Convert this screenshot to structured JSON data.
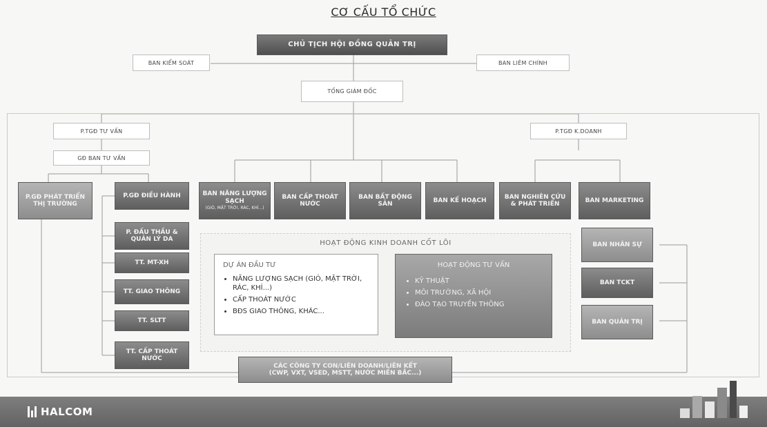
{
  "title": "CƠ CẤU TỔ CHỨC",
  "chairman": "CHỦ TỊCH HỘI ĐỒNG QUẢN TRỊ",
  "supervisory": "BAN KIỂM SOÁT",
  "finance": "BAN LIÊM CHÍNH",
  "ceo": "TỔNG GIÁM ĐỐC",
  "deputy_consulting": "P.TGĐ TƯ VẤN",
  "deputy_business": "P.TGĐ K.DOANH",
  "consulting_director": "GĐ BAN TƯ VẤN",
  "market_dev": "P.GĐ PHÁT TRIỂN THỊ TRƯỜNG",
  "executive_deputy": "P.GĐ ĐIỀU HÀNH",
  "consulting_units": [
    "P. ĐẤU THẦU & QUẢN LÝ DA",
    "TT. MT-XH",
    "TT. GIAO THÔNG",
    "TT. SLTT",
    "TT. CẤP THOÁT NƯỚC"
  ],
  "departments": [
    {
      "label": "BAN NĂNG LƯỢNG SẠCH",
      "sub": "(GIÓ, MẶT TRỜI, RÁC, KHÍ...)"
    },
    {
      "label": "BAN CẤP THOÁT NƯỚC",
      "sub": ""
    },
    {
      "label": "BAN BẤT ĐỘNG SẢN",
      "sub": ""
    },
    {
      "label": "BAN KẾ HOẠCH",
      "sub": ""
    },
    {
      "label": "BAN NGHIÊN CỨU & PHÁT TRIỂN",
      "sub": ""
    },
    {
      "label": "BAN MARKETING",
      "sub": ""
    }
  ],
  "support_units": [
    "BAN NHÂN SỰ",
    "BAN TCKT",
    "BAN QUẢN TRỊ"
  ],
  "core": {
    "title": "HOẠT ĐỘNG KINH DOANH CỐT LÕI",
    "investment": {
      "heading": "DỰ ÁN ĐẦU TƯ",
      "items": [
        "NĂNG LƯỢNG SẠCH (GIÓ, MẶT TRỜI, RÁC, KHÍ...)",
        "CẤP THOÁT NƯỚC",
        "BĐS GIAO THÔNG, KHÁC..."
      ]
    },
    "consulting": {
      "heading": "HOẠT ĐỘNG TƯ VẤN",
      "items": [
        "KỸ THUẬT",
        "MÔI TRƯỜNG, XÃ HỘI",
        "ĐÀO TẠO TRUYỀN THÔNG"
      ]
    }
  },
  "subsidiaries": {
    "line1": "CÁC CÔNG TY CON/LIÊN DOANH/LIÊN KẾT",
    "line2": "(CWP, VXT, VSED, MSTT, NƯỚC MIỀN BẮC...)"
  },
  "footer": {
    "brand": "HALCOM"
  },
  "colors": {
    "box_dark": "#5e5e5e",
    "box_light": "#8d8d8d",
    "footer": "#6e6e6e",
    "background": "#f7f7f5"
  }
}
